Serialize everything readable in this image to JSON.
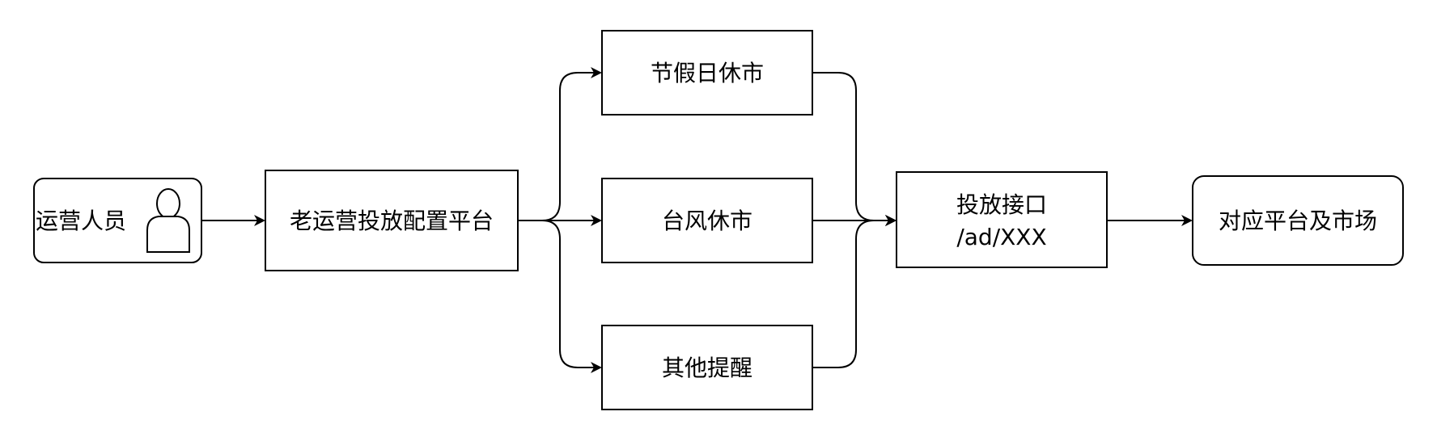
{
  "nodes": {
    "operator": {
      "label": "运营人员",
      "icon": "user-icon"
    },
    "old_platform": {
      "label": "老运营投放配置平台"
    },
    "holiday": {
      "label": "节假日休市"
    },
    "typhoon": {
      "label": "台风休市"
    },
    "other": {
      "label": "其他提醒"
    },
    "api": {
      "line1": "投放接口",
      "line2": "/ad/XXX"
    },
    "target": {
      "label": "对应平台及市场"
    }
  },
  "colors": {
    "stroke": "#000000",
    "fill": "#ffffff"
  }
}
